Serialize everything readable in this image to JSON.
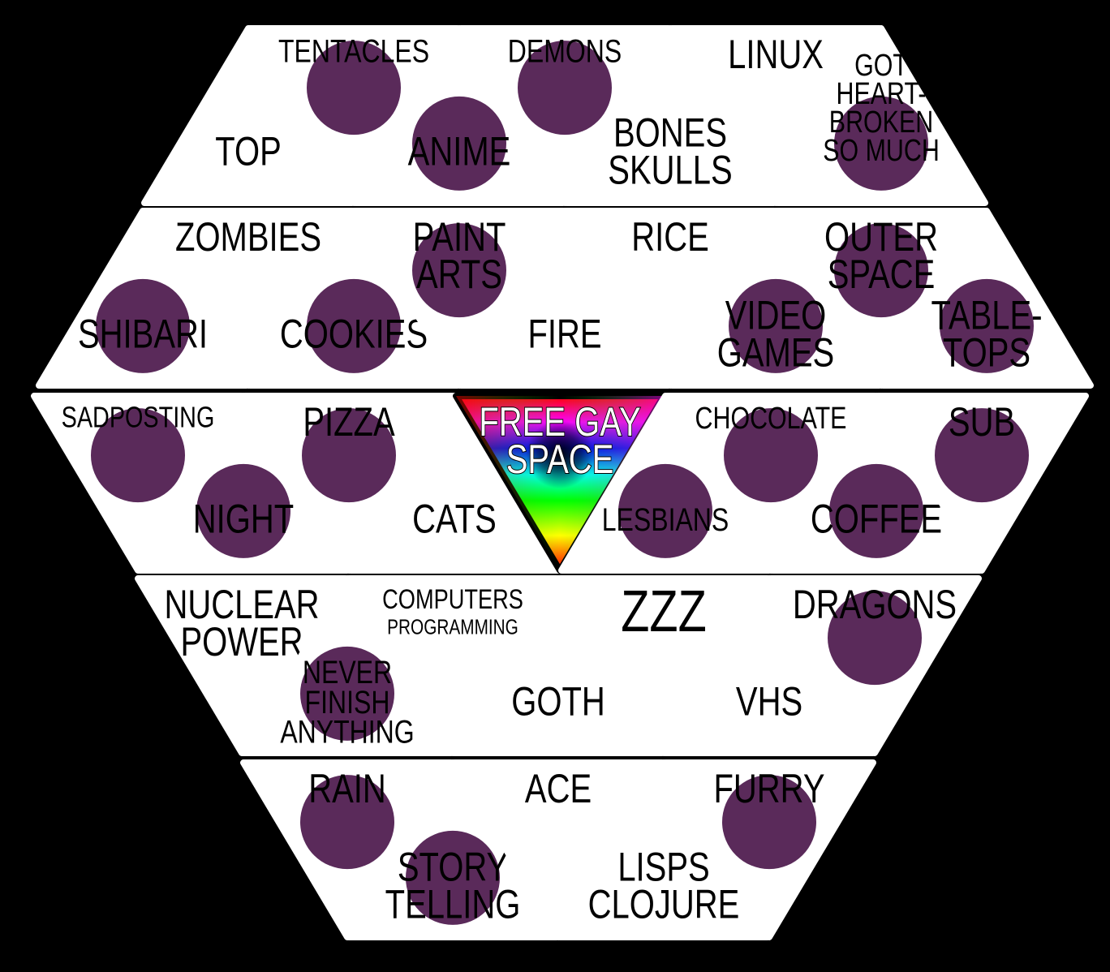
{
  "board": {
    "dot_color": "#5a2a5a",
    "cells": [
      {
        "row": 0,
        "label": [
          "TOP"
        ],
        "marked": false
      },
      {
        "row": 0,
        "label": [
          "TENTACLES"
        ],
        "marked": true
      },
      {
        "row": 0,
        "label": [
          "ANIME"
        ],
        "marked": true
      },
      {
        "row": 0,
        "label": [
          "DEMONS"
        ],
        "marked": true
      },
      {
        "row": 0,
        "label": [
          "BONES",
          "SKULLS"
        ],
        "marked": false
      },
      {
        "row": 0,
        "label": [
          "LINUX"
        ],
        "marked": false
      },
      {
        "row": 0,
        "label": [
          "GOT",
          "HEART-",
          "BROKEN",
          "SO MUCH"
        ],
        "marked": true
      },
      {
        "row": 1,
        "label": [
          "SHIBARI"
        ],
        "marked": true
      },
      {
        "row": 1,
        "label": [
          "ZOMBIES"
        ],
        "marked": false
      },
      {
        "row": 1,
        "label": [
          "COOKIES"
        ],
        "marked": true
      },
      {
        "row": 1,
        "label": [
          "PAINT",
          "ARTS"
        ],
        "marked": true
      },
      {
        "row": 1,
        "label": [
          "FIRE"
        ],
        "marked": false
      },
      {
        "row": 1,
        "label": [
          "RICE"
        ],
        "marked": false
      },
      {
        "row": 1,
        "label": [
          "VIDEO",
          "GAMES"
        ],
        "marked": true
      },
      {
        "row": 1,
        "label": [
          "OUTER",
          "SPACE"
        ],
        "marked": true
      },
      {
        "row": 1,
        "label": [
          "TABLE-",
          "TOPS"
        ],
        "marked": true
      },
      {
        "row": 2,
        "label": [
          "SADPOSTING"
        ],
        "marked": true
      },
      {
        "row": 2,
        "label": [
          "NIGHT"
        ],
        "marked": true
      },
      {
        "row": 2,
        "label": [
          "PIZZA"
        ],
        "marked": true
      },
      {
        "row": 2,
        "label": [
          "CATS"
        ],
        "marked": false
      },
      {
        "row": 2,
        "label": [
          "FREE GAY",
          "SPACE"
        ],
        "marked": true,
        "free": true
      },
      {
        "row": 2,
        "label": [
          "LESBIANS"
        ],
        "marked": true
      },
      {
        "row": 2,
        "label": [
          "CHOCOLATE"
        ],
        "marked": true
      },
      {
        "row": 2,
        "label": [
          "COFFEE"
        ],
        "marked": true
      },
      {
        "row": 2,
        "label": [
          "SUB"
        ],
        "marked": true
      },
      {
        "row": 3,
        "label": [
          "NUCLEAR",
          "POWER"
        ],
        "marked": false
      },
      {
        "row": 3,
        "label": [
          "NEVER",
          "FINISH",
          "ANYTHING"
        ],
        "marked": true
      },
      {
        "row": 3,
        "label": [
          "COMPUTERS",
          "PROGRAMMING"
        ],
        "marked": false
      },
      {
        "row": 3,
        "label": [
          "GOTH"
        ],
        "marked": false
      },
      {
        "row": 3,
        "label": [
          "ZZZ"
        ],
        "marked": false
      },
      {
        "row": 3,
        "label": [
          "VHS"
        ],
        "marked": false
      },
      {
        "row": 3,
        "label": [
          "DRAGONS"
        ],
        "marked": true
      },
      {
        "row": 4,
        "label": [
          "RAIN"
        ],
        "marked": true
      },
      {
        "row": 4,
        "label": [
          "STORY",
          "TELLING"
        ],
        "marked": true
      },
      {
        "row": 4,
        "label": [
          "ACE"
        ],
        "marked": false
      },
      {
        "row": 4,
        "label": [
          "LISPS",
          "CLOJURE"
        ],
        "marked": false
      },
      {
        "row": 4,
        "label": [
          "FURRY"
        ],
        "marked": true
      }
    ]
  }
}
